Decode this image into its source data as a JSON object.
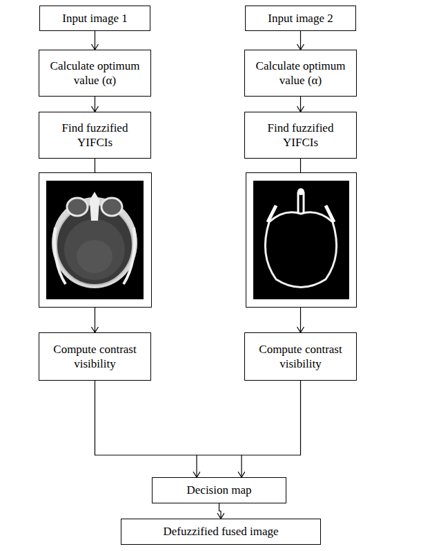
{
  "diagram": {
    "nodes": [
      {
        "text": [
          "Input image 1"
        ]
      },
      {
        "text": [
          "Input image 2"
        ]
      },
      {
        "text": [
          "Calculate optimum value (α)"
        ]
      },
      {
        "text": [
          "Calculate optimum value (α)"
        ]
      },
      {
        "text": [
          "Find fuzzified YIFCIs"
        ]
      },
      {
        "text": [
          "Find fuzzified YIFCIs"
        ]
      },
      {
        "text": [
          "Compute contrast visibility"
        ]
      },
      {
        "text": [
          "Compute contrast visibility"
        ]
      },
      {
        "text": [
          "Decision map"
        ]
      },
      {
        "text": [
          "Defuzzified fused image"
        ]
      }
    ],
    "edges": [
      {
        "from": 0,
        "to": 2,
        "arrow": "to"
      },
      {
        "from": 1,
        "to": 3,
        "arrow": "to"
      },
      {
        "from": 2,
        "to": 4,
        "arrow": "to"
      },
      {
        "from": 3,
        "to": 5,
        "arrow": "to"
      },
      {
        "from": 4,
        "to": 6,
        "arrow": "to"
      },
      {
        "from": 5,
        "to": 7,
        "arrow": "to"
      },
      {
        "from": 6,
        "to": 8,
        "arrow": "to"
      },
      {
        "from": 7,
        "to": 8,
        "arrow": "to"
      },
      {
        "from": 8,
        "to": 9,
        "arrow": "to"
      }
    ]
  }
}
